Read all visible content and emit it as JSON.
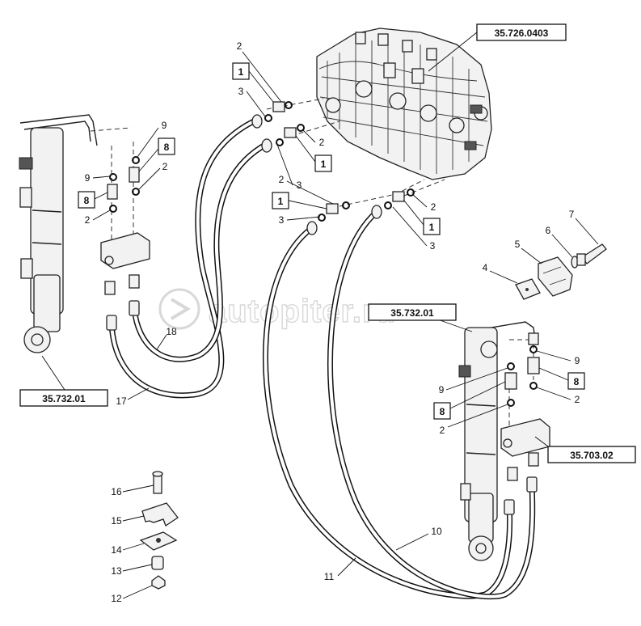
{
  "watermark": "autopiter.ru",
  "references": {
    "valve": "35.726.0403",
    "cyl_left": "35.732.01",
    "cyl_right": "35.732.01",
    "block_right": "35.703.02"
  },
  "boxed": {
    "b1a": "1",
    "b1b": "1",
    "b1c": "1",
    "b1d": "1",
    "b8a": "8",
    "b8b": "8",
    "b8c": "8",
    "b8d": "8"
  },
  "callouts": {
    "c2a": "2",
    "c3a": "3",
    "c2b": "2",
    "c2c": "2",
    "c3b": "3",
    "c2d": "2",
    "c3c": "3",
    "c3d": "3",
    "c9a": "9",
    "c9b": "9",
    "c2e": "2",
    "c2f": "2",
    "c9c": "9",
    "c9d": "9",
    "c2g": "2",
    "c2h": "2",
    "c4": "4",
    "c5": "5",
    "c6": "6",
    "c7": "7",
    "c10": "10",
    "c11": "11",
    "c12": "12",
    "c13": "13",
    "c14": "14",
    "c15": "15",
    "c16": "16",
    "c17": "17",
    "c18": "18"
  }
}
